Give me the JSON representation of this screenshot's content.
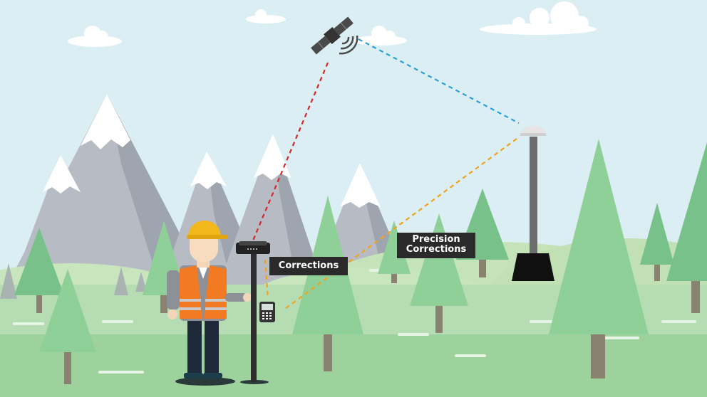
{
  "labels": {
    "corrections": "Corrections",
    "precision_line1": "Precision",
    "precision_line2": "Corrections"
  },
  "colors": {
    "sky": "#dbeef3",
    "ground": "#b6dcb3",
    "ground_front": "#9ed29c",
    "mountain": "#b7bcc4",
    "mountain_shadow": "#9fa5ae",
    "snow": "#ffffff",
    "tree": "#8fcf98",
    "tree_dark": "#78c18a",
    "trunk": "#8a8270",
    "signal_satellite_rover": "#d62828",
    "signal_satellite_base": "#2b9fd6",
    "signal_base_rover": "#f2a21b",
    "label_bg": "#2a2a2a",
    "vest": "#f27a22",
    "helmet": "#f2b81b"
  },
  "icons": {
    "satellite": "satellite-icon",
    "base_station": "base-station-icon",
    "rover_receiver": "gnss-receiver-icon",
    "controller": "handheld-controller-icon",
    "surveyor": "surveyor-person-icon"
  }
}
